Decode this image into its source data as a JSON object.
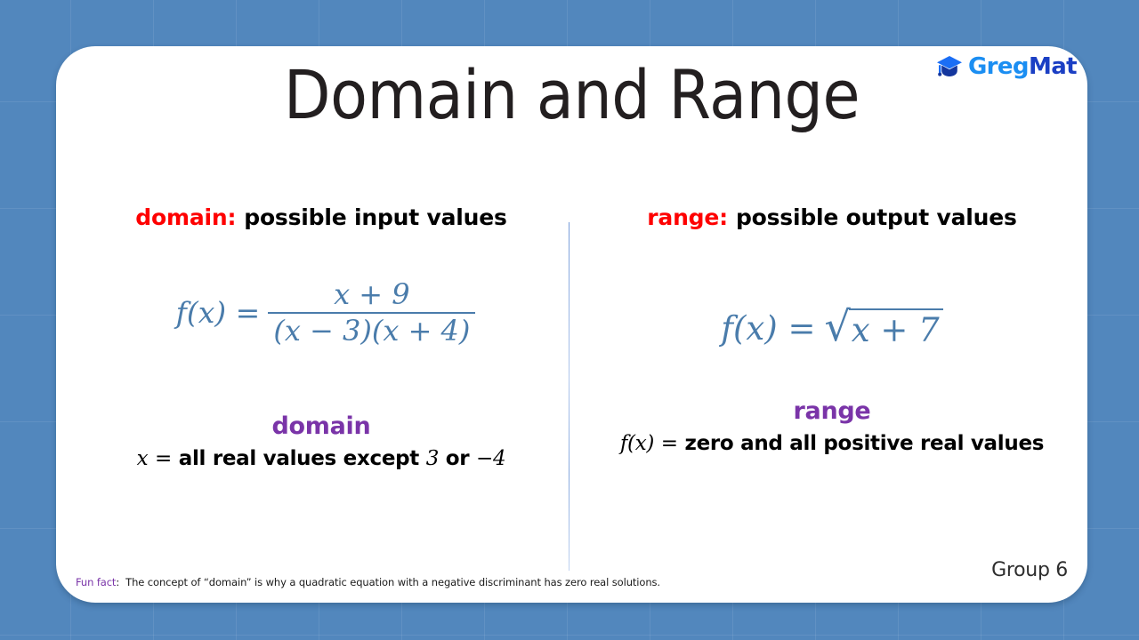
{
  "slide": {
    "title": "Domain and Range",
    "group_label": "Group 6",
    "background_color": "#5287bd",
    "card_color": "#ffffff",
    "accent_red": "#fe0000",
    "accent_purple": "#7a34a8",
    "accent_blue": "#4a7cab"
  },
  "logo": {
    "icon": "graduation-cap-icon",
    "part1": "Greg",
    "part2": "Mat",
    "part1_color": "#1b8ef2",
    "part2_color": "#1b3fc4"
  },
  "columns": [
    {
      "keyword": "domain:",
      "definition": "possible input values",
      "formula": {
        "lhs": "f(x) =",
        "numerator": "x + 9",
        "denominator": "(x − 3)(x + 4)"
      },
      "answer_label": "domain",
      "answer": {
        "var": "x",
        "equals": "=",
        "text_a": "all real values except",
        "value_a": "3",
        "text_b": "or",
        "value_b": "−4"
      }
    },
    {
      "keyword": "range:",
      "definition": "possible output values",
      "formula": {
        "lhs": "f(x) =",
        "radical_sign": "√",
        "radicand": "x + 7"
      },
      "answer_label": "range",
      "answer": {
        "var": "f(x)",
        "equals": "=",
        "text_a": "zero and all positive real values"
      }
    }
  ],
  "footer": {
    "funfact_label": "Fun fact",
    "funfact_colon": ":",
    "funfact_text": "The concept of “domain” is why a quadratic equation with a negative discriminant has zero real solutions."
  }
}
